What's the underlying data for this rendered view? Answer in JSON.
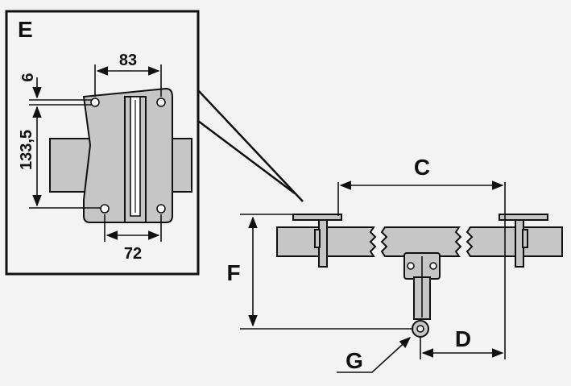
{
  "detail": {
    "label": "E",
    "dimensions": {
      "top_width": "83",
      "bottom_width": "72",
      "hole_offset": "6",
      "height": "133,5"
    }
  },
  "overview": {
    "spacing_label": "C",
    "offset_label": "D",
    "height_label": "F",
    "pivot_label": "G"
  },
  "colors": {
    "background": "#f3f3f3",
    "part_fill": "#c6c6c6",
    "line": "#111111"
  }
}
